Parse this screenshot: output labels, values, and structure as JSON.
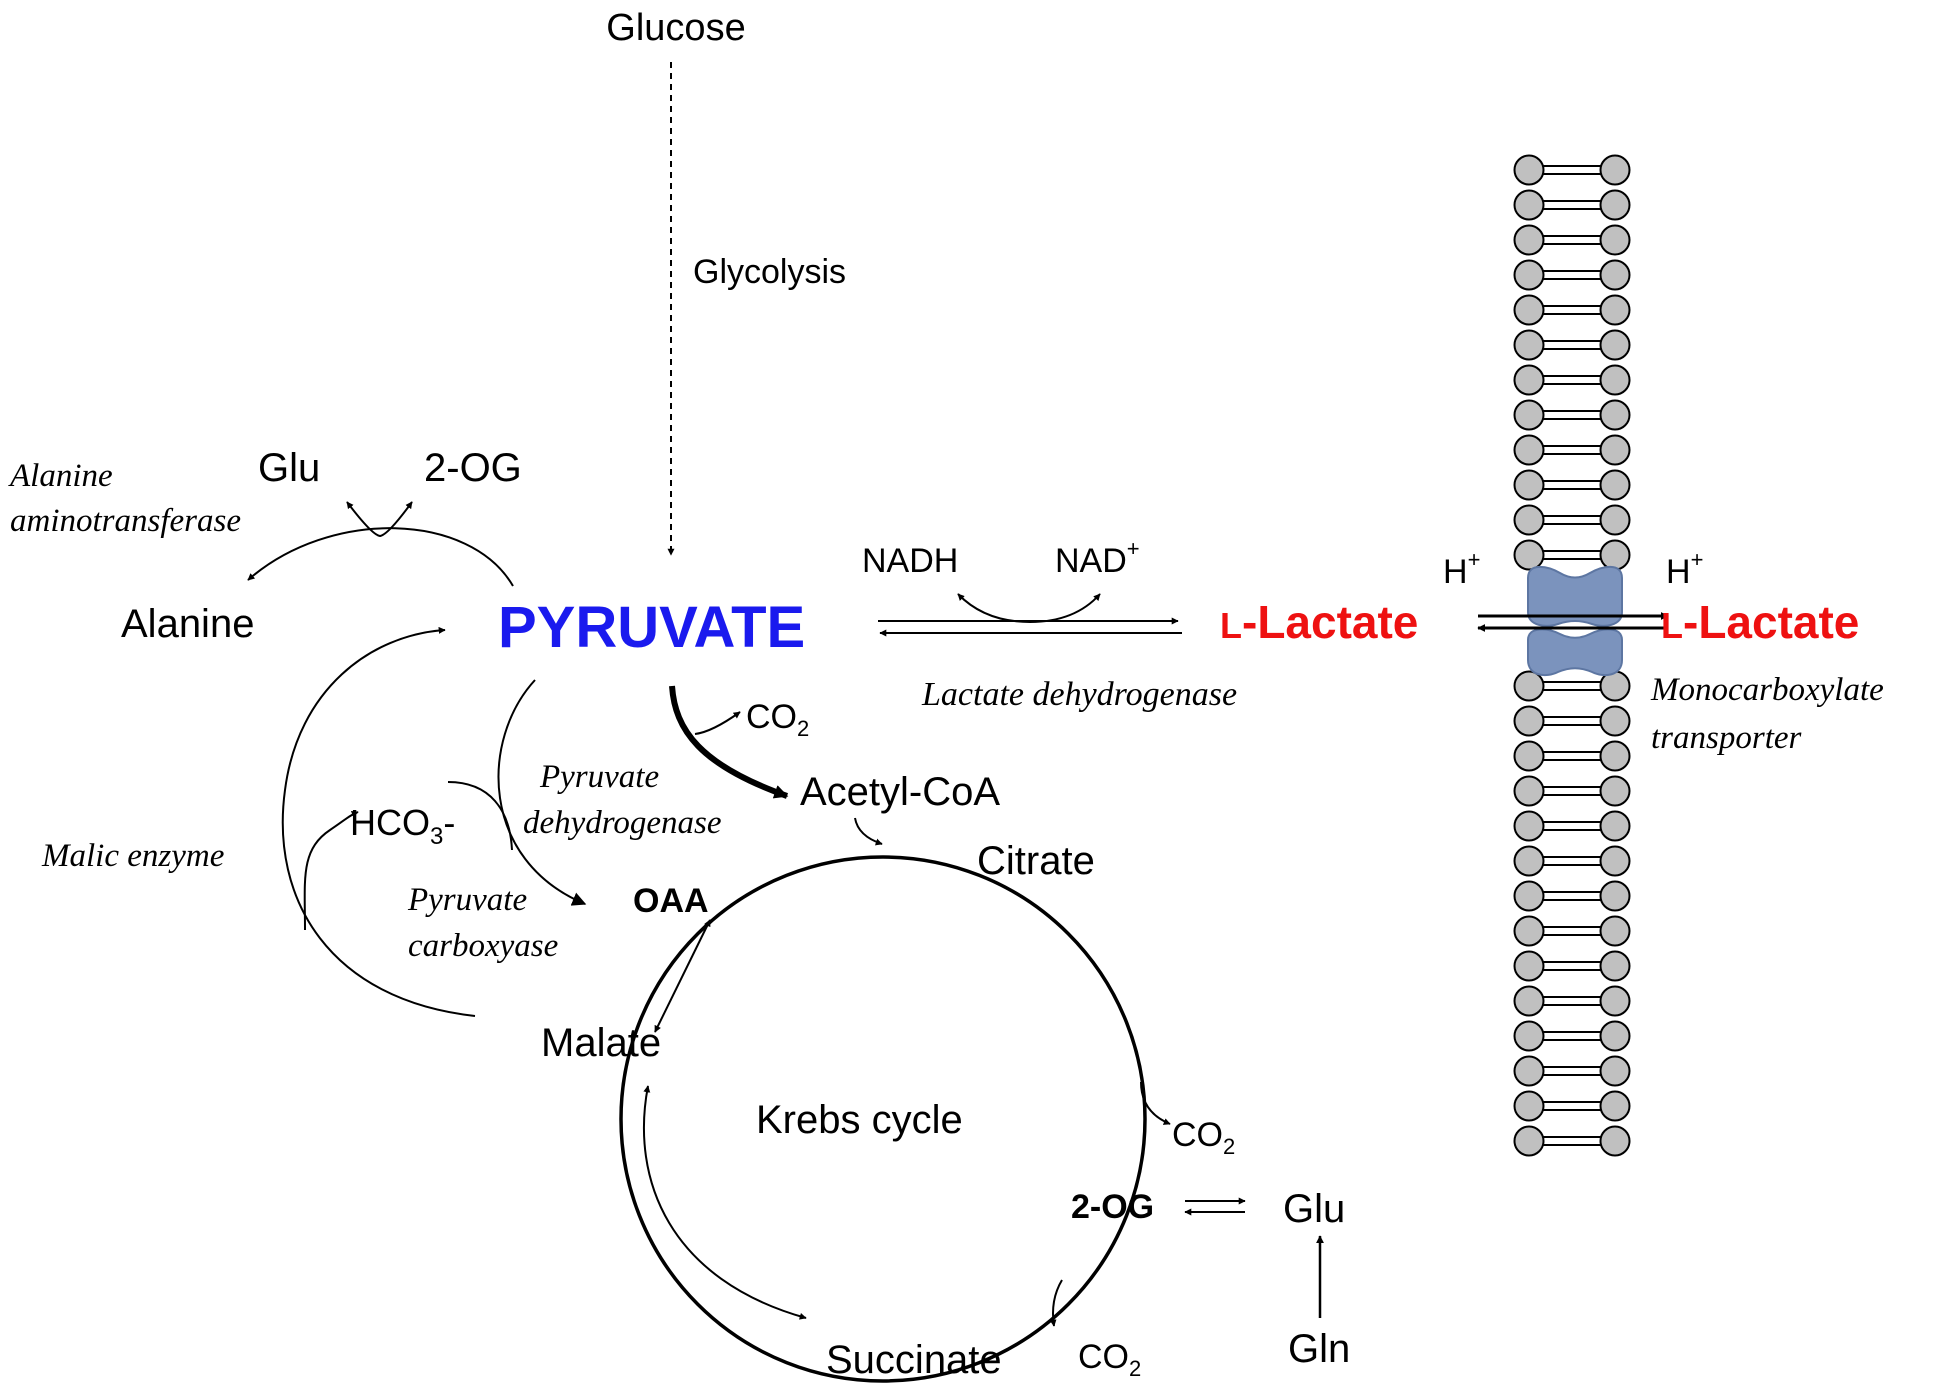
{
  "metabolites": {
    "glucose": "Glucose",
    "pyruvate": "PYRUVATE",
    "alanine": "Alanine",
    "glu_top": "Glu",
    "og_top": "2-OG",
    "nadh": "NADH",
    "nad": "NAD",
    "nad_sup": "+",
    "lactate_in_prefix": "L",
    "lactate_in_main": "-Lactate",
    "lactate_out_prefix": "L",
    "lactate_out_main": "-Lactate",
    "h_left": "H",
    "h_left_sup": "+",
    "h_right": "H",
    "h_right_sup": "+",
    "co2_pdh": "CO",
    "co2_pdh_sub": "2",
    "acetyl_coa": "Acetyl-CoA",
    "citrate": "Citrate",
    "hco3_main": "HCO",
    "hco3_sub": "3",
    "hco3_tail": "-",
    "oaa": "OAA",
    "malate": "Malate",
    "co2_right": "CO",
    "co2_right_sub": "2",
    "og_cycle": "2-OG",
    "glu_bottom": "Glu",
    "gln": "Gln",
    "succinate": "Succinate",
    "co2_bottom": "CO",
    "co2_bottom_sub": "2"
  },
  "enzymes": {
    "alanine_aminotransferase_l1": "Alanine",
    "alanine_aminotransferase_l2": "aminotransferase",
    "lactate_dehydrogenase": "Lactate dehydrogenase",
    "pyruvate_dehydrogenase_l1": "Pyruvate",
    "pyruvate_dehydrogenase_l2": "dehydrogenase",
    "malic_enzyme": "Malic enzyme",
    "pyruvate_carboxylase_l1": "Pyruvate",
    "pyruvate_carboxylase_l2": "carboxyase",
    "transporter_l1": "Monocarboxylate",
    "transporter_l2": "transporter"
  },
  "processes": {
    "glycolysis": "Glycolysis",
    "krebs_cycle": "Krebs cycle"
  },
  "colors": {
    "pyruvate": "#1a1aee",
    "lactate": "#ee1111",
    "membrane_head_fill": "#c0c0c0",
    "transporter_fill": "#7b93bd",
    "line": "#000000"
  }
}
